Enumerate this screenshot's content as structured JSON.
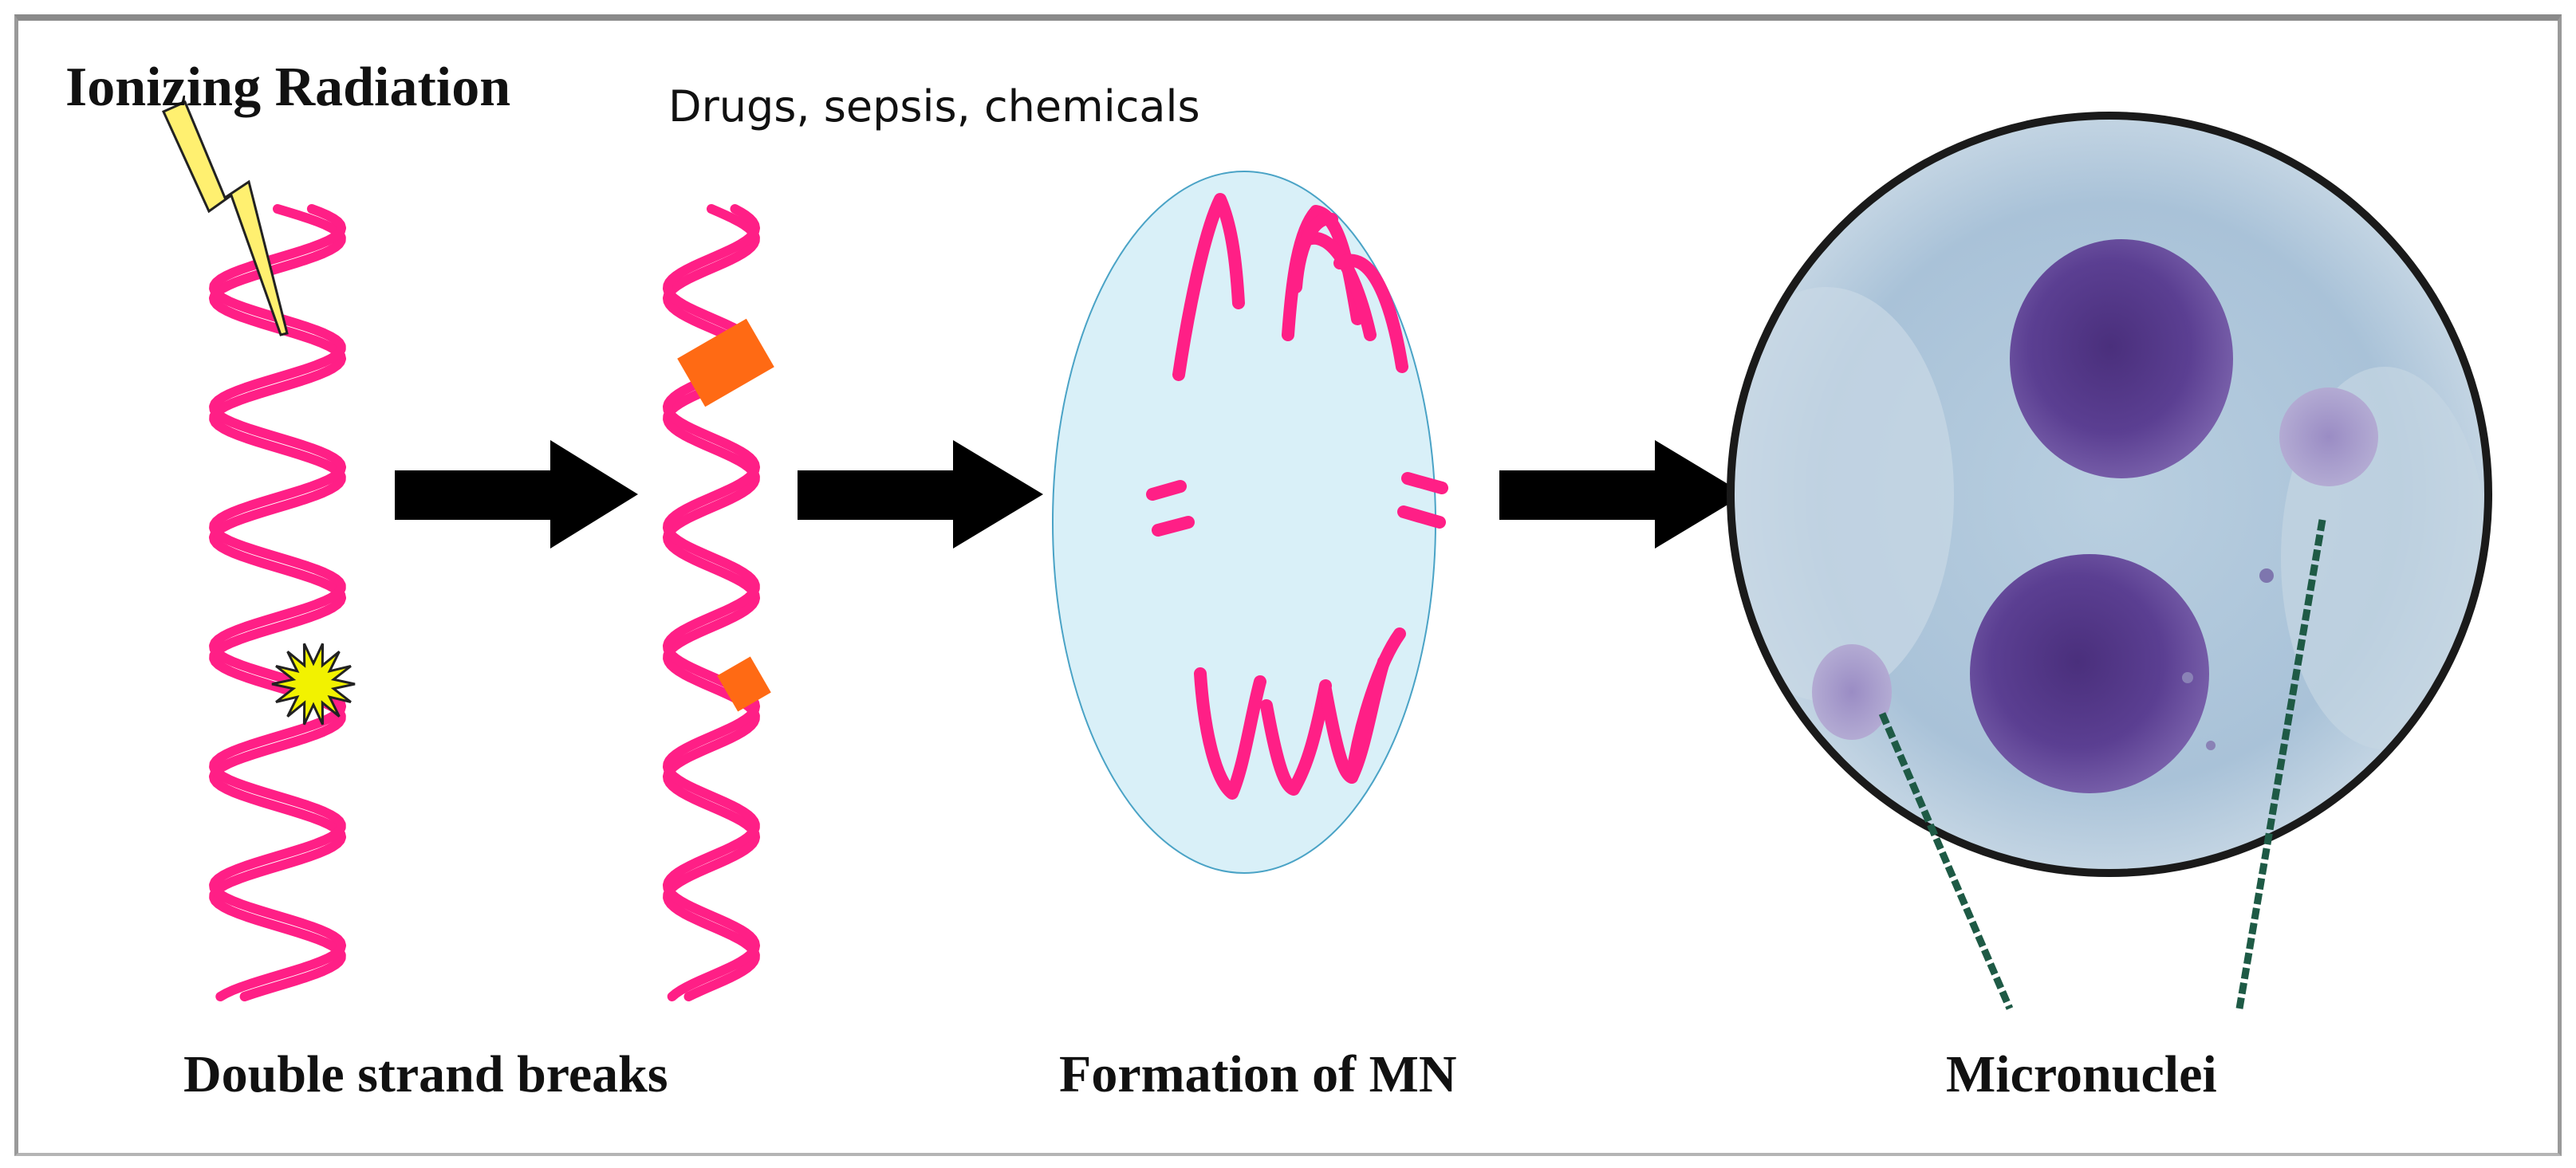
{
  "labels": {
    "ionizing_radiation": "Ionizing Radiation",
    "drugs": "Drugs, sepsis, chemicals",
    "double_strand_breaks": "Double strand breaks",
    "formation_mn": "Formation of MN",
    "micronuclei": "Micronuclei"
  },
  "colors": {
    "dna": "#ff1f86",
    "lesion": "#ff6a14",
    "lightning": "#fff070",
    "burst": "#f2f200",
    "cell": "#d9f0f8",
    "nucleus": "#5a3b8c",
    "pointer": "#1e5a45",
    "arrow": "#000000"
  },
  "icons": [
    "lightning-bolt-icon",
    "burst-icon",
    "arrow-right-icon"
  ]
}
